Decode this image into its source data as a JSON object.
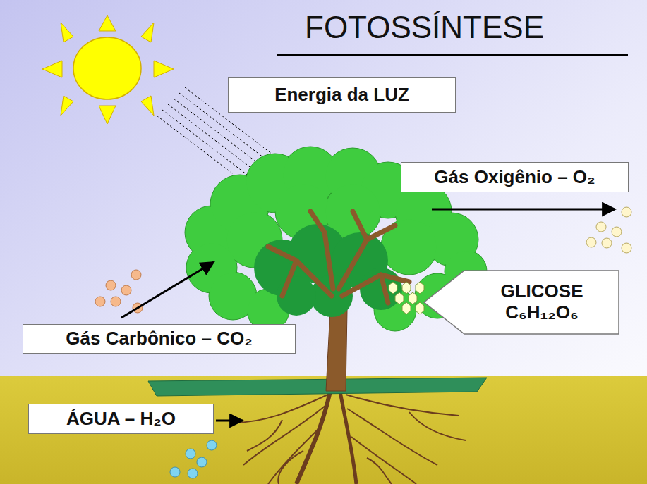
{
  "diagram": {
    "title": "FOTOSSÍNTESE",
    "nodes": [
      {
        "text": [
          "Energia da LUZ"
        ]
      },
      {
        "text": [
          "Gás Oxigênio – O₂"
        ]
      },
      {
        "text": [
          "GLICOSE",
          "C₆H₁₂O₆"
        ]
      },
      {
        "text": [
          "Gás Carbônico – CO₂"
        ]
      },
      {
        "text": [
          "ÁGUA – H₂O"
        ]
      }
    ]
  }
}
